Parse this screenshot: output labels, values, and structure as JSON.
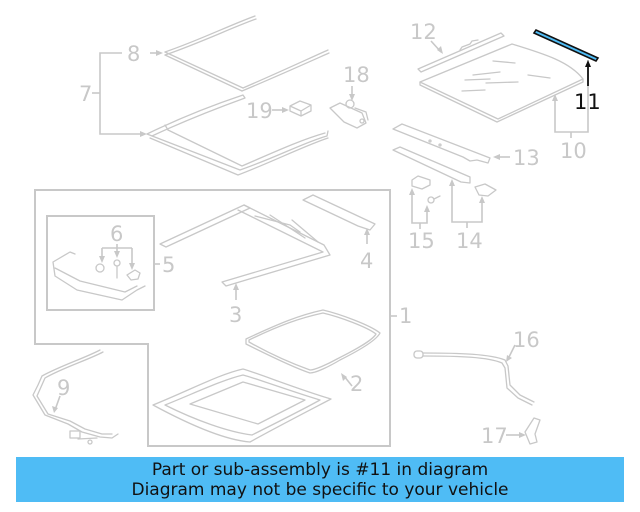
{
  "diagram": {
    "title": "Sunroof assembly exploded parts diagram",
    "highlighted_part": "11",
    "highlight_color": "#4fbcf5",
    "callout_color": "#c8c8c8",
    "highlight_callout_color": "#111111",
    "callouts": [
      {
        "id": "1",
        "label": "1"
      },
      {
        "id": "2",
        "label": "2"
      },
      {
        "id": "3",
        "label": "3"
      },
      {
        "id": "4",
        "label": "4"
      },
      {
        "id": "5",
        "label": "5"
      },
      {
        "id": "6",
        "label": "6"
      },
      {
        "id": "7",
        "label": "7"
      },
      {
        "id": "8",
        "label": "8"
      },
      {
        "id": "9",
        "label": "9"
      },
      {
        "id": "10",
        "label": "10"
      },
      {
        "id": "11",
        "label": "11"
      },
      {
        "id": "12",
        "label": "12"
      },
      {
        "id": "13",
        "label": "13"
      },
      {
        "id": "14",
        "label": "14"
      },
      {
        "id": "15",
        "label": "15"
      },
      {
        "id": "16",
        "label": "16"
      },
      {
        "id": "17",
        "label": "17"
      },
      {
        "id": "18",
        "label": "18"
      },
      {
        "id": "19",
        "label": "19"
      }
    ]
  },
  "banner": {
    "line1": "Part or sub-assembly is #11 in diagram",
    "line2": "Diagram may not be specific to your vehicle",
    "background": "#4fbcf5"
  }
}
